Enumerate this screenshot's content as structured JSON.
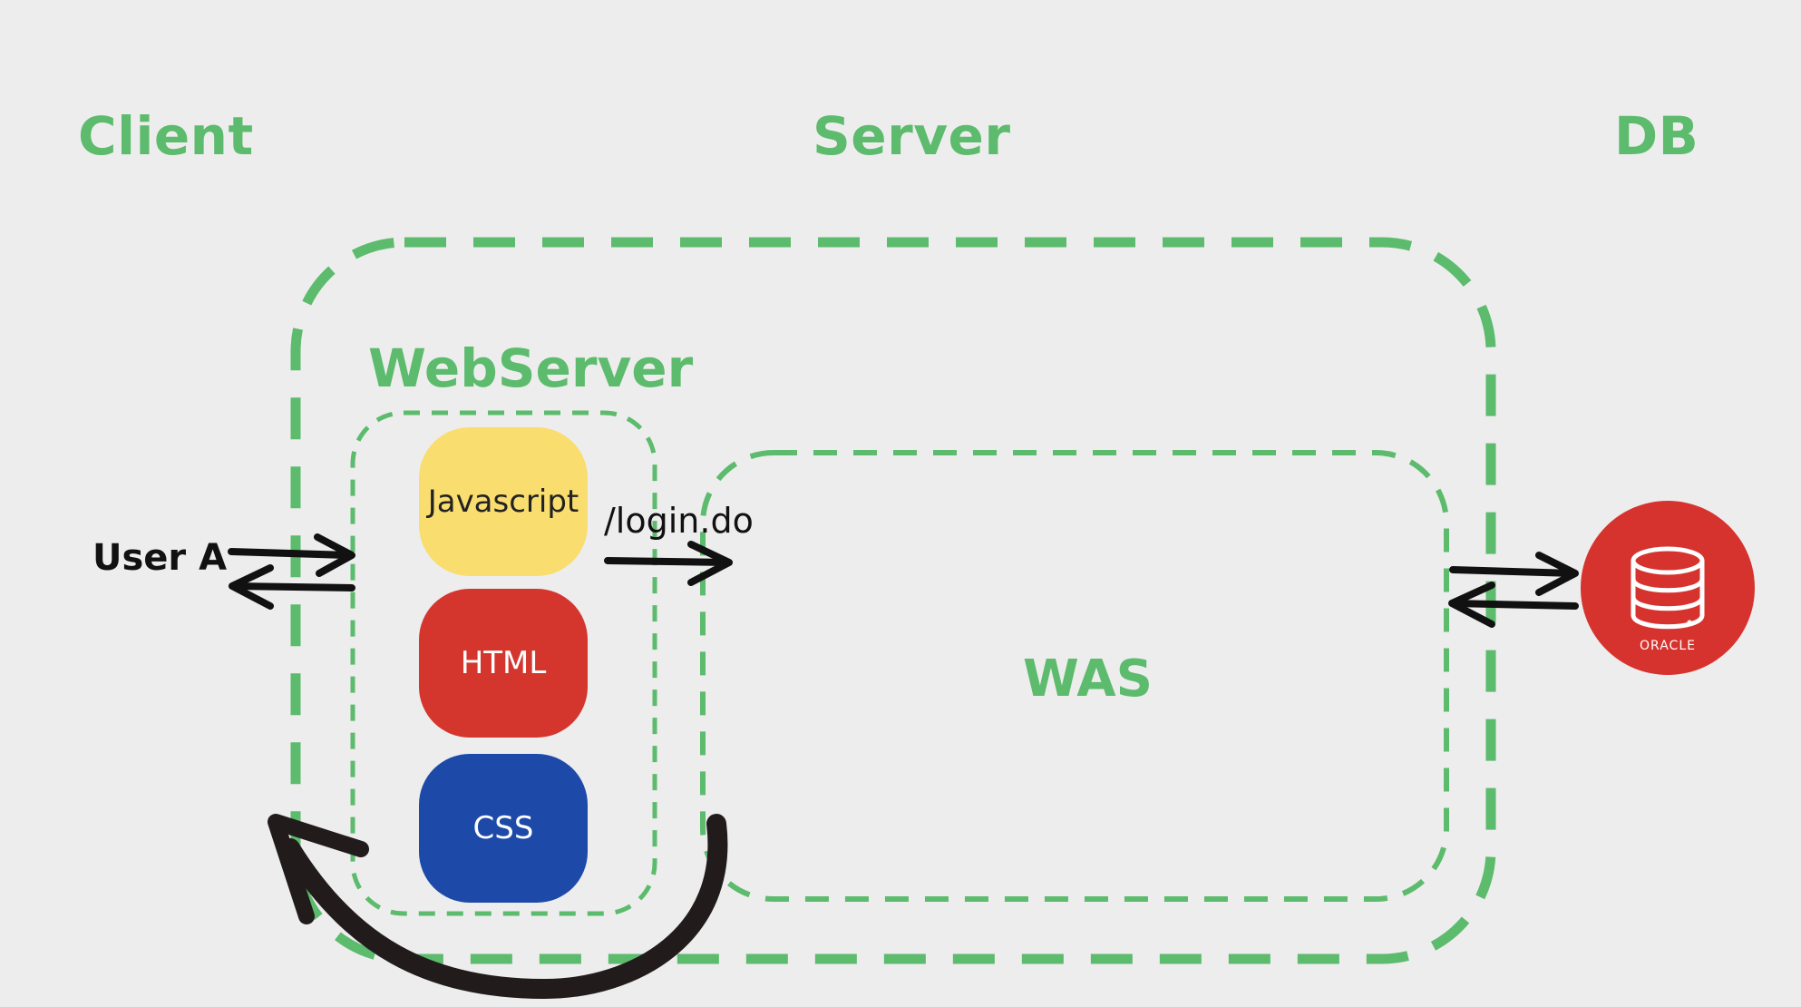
{
  "headers": {
    "client": "Client",
    "server": "Server",
    "db": "DB"
  },
  "webserver": {
    "title": "WebServer",
    "tiles": {
      "javascript": "Javascript",
      "html": "HTML",
      "css": "CSS"
    }
  },
  "was": {
    "title": "WAS"
  },
  "client": {
    "user": "User A"
  },
  "request": {
    "path": "/login.do"
  },
  "database": {
    "brand": "ORACLE"
  },
  "colors": {
    "background": "#ededed",
    "accent_green": "#5cbb6c",
    "javascript": "#f9dd6e",
    "html": "#d4362e",
    "css": "#1d49a8",
    "database": "#d7332e",
    "arrow": "#111111"
  }
}
